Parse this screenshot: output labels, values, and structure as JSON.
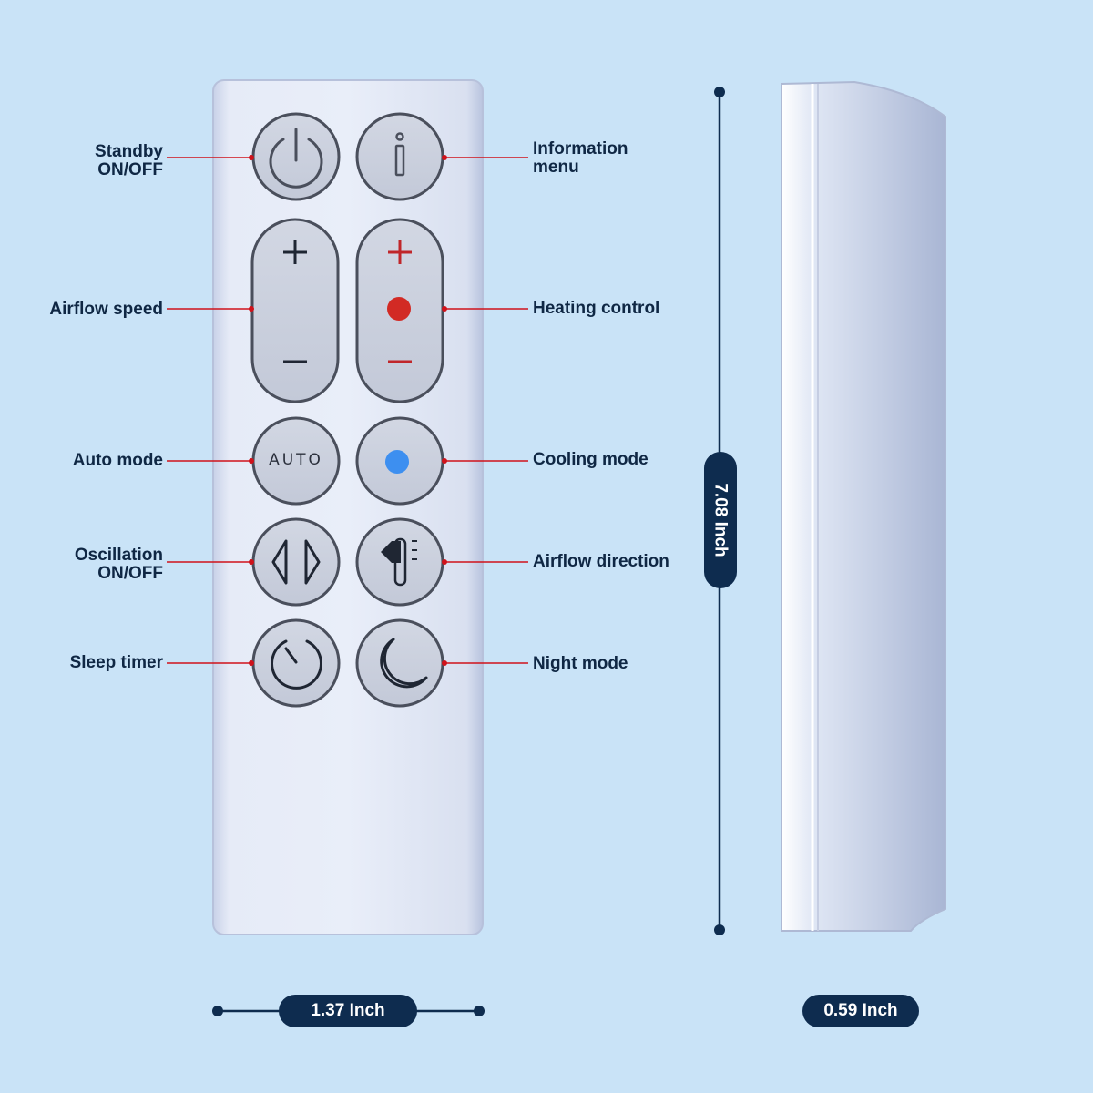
{
  "labels": {
    "standby": "Standby\nON/OFF",
    "airflow_speed": "Airflow speed",
    "auto_mode": "Auto mode",
    "oscillation": "Oscillation\nON/OFF",
    "sleep_timer": "Sleep timer",
    "information_menu": "Information\nmenu",
    "heating_control": "Heating control",
    "cooling_mode": "Cooling mode",
    "airflow_direction": "Airflow direction",
    "night_mode": "Night mode"
  },
  "buttons": {
    "auto_text": "AUTO"
  },
  "dimensions": {
    "width": "1.37 Inch",
    "height": "7.08 Inch",
    "depth": "0.59 Inch"
  },
  "colors": {
    "background": "#c9e3f7",
    "navy": "#0e2c4f",
    "callout_red": "#d0121b",
    "heat_red": "#d22a24",
    "cool_blue": "#3d8ff0",
    "remote_silver": "#dce3f2"
  },
  "icons": [
    "power-icon",
    "info-icon",
    "plus-icon",
    "minus-icon",
    "heat-dot-icon",
    "cool-dot-icon",
    "oscillation-icon",
    "airflow-direction-icon",
    "timer-icon",
    "moon-icon"
  ]
}
